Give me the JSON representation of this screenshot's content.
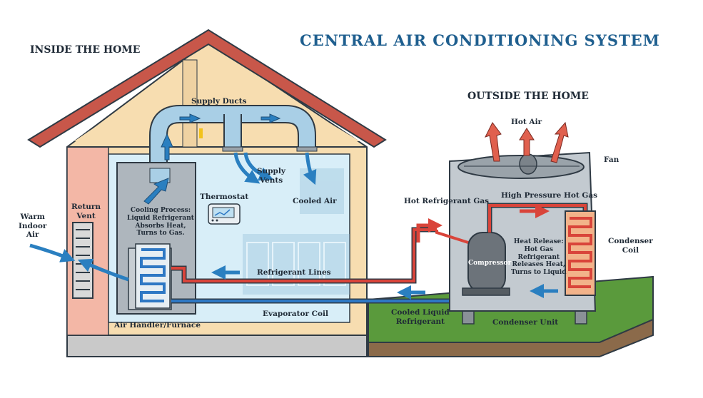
{
  "title": "CENTRAL AIR CONDITIONING SYSTEM",
  "sections": {
    "inside": "INSIDE THE HOME",
    "outside": "OUTSIDE THE HOME"
  },
  "labels": {
    "supply_ducts": "Supply Ducts",
    "supply_vents": "Supply\nVents",
    "cooled_air": "Cooled Air",
    "thermostat": "Thermostat",
    "cooling_process": "Cooling Process:\nLiquid Refrigerant\nAbsorbs Heat,\nTurns to Gas.",
    "return_vent": "Return\nVent",
    "warm_indoor_air": "Warm\nIndoor\nAir",
    "refrigerant_lines": "Refrigerant Lines",
    "evaporator_coil": "Evaporator Coil",
    "air_handler": "Air Handler/Furnace",
    "hot_refrigerant_gas": "Hot Refrigerant Gas",
    "high_pressure_hot_gas": "High Pressure Hot Gas",
    "hot_air": "Hot Air",
    "fan": "Fan",
    "compressor": "Compressor",
    "heat_release": "Heat Release:\nHot Gas\nRefrigerant\nReleases Heat,\nTurns to Liquid",
    "condenser_coil": "Condenser\nCoil",
    "cooled_liquid_refrigerant": "Cooled Liquid\nRefrigerant",
    "condenser_unit": "Condenser Unit"
  },
  "colors": {
    "roof": "#c8574a",
    "wall": "#f7ddb0",
    "interior": "#d8eef8",
    "duct": "#a9cfe6",
    "hot_line": "#d9443a",
    "cold_line": "#2e78c4",
    "grass": "#5a9a3c",
    "soil": "#8b6a4a",
    "title": "#1f5f8f"
  }
}
